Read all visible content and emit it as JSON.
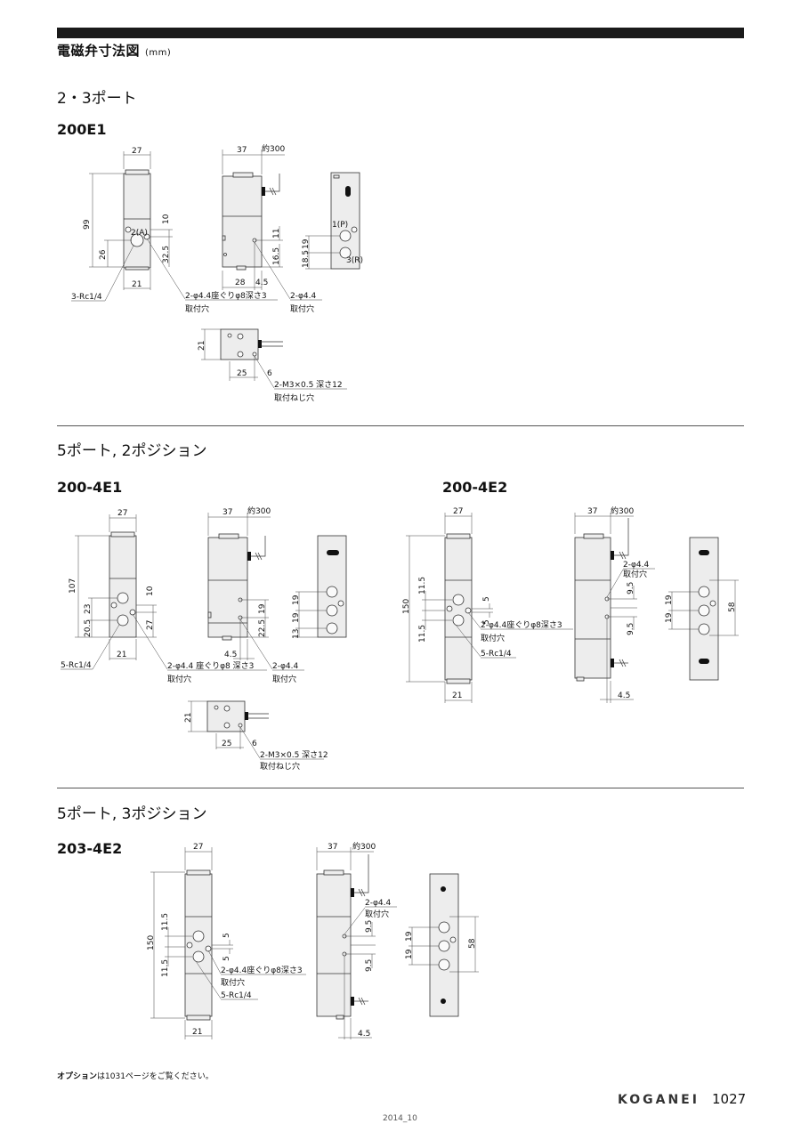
{
  "header": {
    "title": "電磁弁寸法図",
    "unit": "(mm)"
  },
  "sections": [
    {
      "title": "2・3ポート",
      "models": [
        "200E1"
      ]
    },
    {
      "title": "5ポート, 2ポジション",
      "models": [
        "200-4E1",
        "200-4E2"
      ]
    },
    {
      "title": "5ポート, 3ポジション",
      "models": [
        "203-4E2"
      ]
    }
  ],
  "labels": {
    "e1": {
      "w27": "27",
      "w37": "37",
      "cable": "約300",
      "h99": "99",
      "h26": "26",
      "h10": "10",
      "h325": "32.5",
      "h11": "11",
      "h165": "16.5",
      "h19": "19",
      "h185": "18.5",
      "w21": "21",
      "w28": "28",
      "w45": "4.5",
      "port": "3-Rc1/4",
      "mount1": "2-φ4.4座ぐりφ8深さ3",
      "mount1b": "取付穴",
      "mount2": "2-φ4.4",
      "mount2b": "取付穴",
      "b21": "21",
      "b25": "25",
      "b6": "6",
      "screw": "2-M3×0.5 深さ12",
      "screwb": "取付ねじ穴",
      "p1": "1(P)",
      "p2": "2(A)",
      "p3": "3(R)"
    },
    "e41": {
      "w27": "27",
      "w37": "37",
      "cable": "約300",
      "h107": "107",
      "h23": "23",
      "h205": "20.5",
      "h10": "10",
      "h27": "27",
      "h19": "19",
      "h225": "22.5",
      "h13": "13",
      "h19b": "19",
      "h19c": "19",
      "w21": "21",
      "w45": "4.5",
      "port": "5-Rc1/4",
      "mount1": "2-φ4.4 座ぐりφ8 深さ3",
      "mount1b": "取付穴",
      "mount2": "2-φ4.4",
      "mount2b": "取付穴",
      "b21": "21",
      "b25": "25",
      "b6": "6",
      "screw": "2-M3×0.5 深さ12",
      "screwb": "取付ねじ穴"
    },
    "e42": {
      "w27": "27",
      "w37": "37",
      "cable": "約300",
      "h150": "150",
      "h115": "11.5",
      "h115b": "11.5",
      "h5": "5",
      "h5b": "5",
      "h95": "9.5",
      "h95b": "9.5",
      "h19": "19",
      "h19b": "19",
      "h58": "58",
      "w21": "21",
      "w45": "4.5",
      "mount1": "2-φ4.4座ぐりφ8深さ3",
      "mount1b": "取付穴",
      "mount2": "2-φ4.4",
      "mount2b": "取付穴",
      "port": "5-Rc1/4"
    },
    "e32": {
      "w27": "27",
      "w37": "37",
      "cable": "約300",
      "h150": "150",
      "h115": "11.5",
      "h115b": "11.5",
      "h5": "5",
      "h5b": "5",
      "h95": "9.5",
      "h95b": "9.5",
      "h19": "19",
      "h19b": "19",
      "h58": "58",
      "w21": "21",
      "w45": "4.5",
      "mount1": "2-φ4.4座ぐりφ8深さ3",
      "mount1b": "取付穴",
      "mount2": "2-φ4.4",
      "mount2b": "取付穴",
      "port": "5-Rc1/4"
    }
  },
  "footnote": {
    "prefix": "オプション",
    "rest": "は1031ページをご覧ください。"
  },
  "footer": {
    "brand": "KOGANEI",
    "page": "1027",
    "date": "2014_10"
  }
}
